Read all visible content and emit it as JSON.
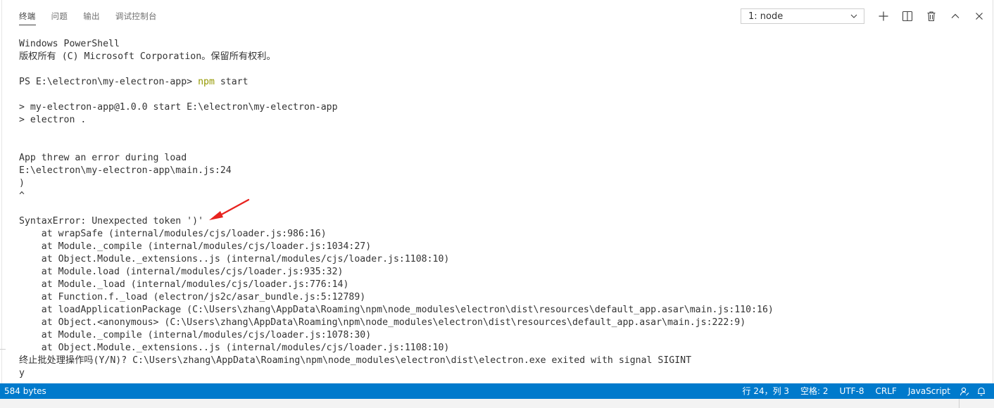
{
  "panel": {
    "tabs": [
      {
        "label": "终端",
        "active": true
      },
      {
        "label": "问题",
        "active": false
      },
      {
        "label": "输出",
        "active": false
      },
      {
        "label": "调试控制台",
        "active": false
      }
    ],
    "terminal_select": {
      "value": "1: node",
      "icon": "chevron-down-icon"
    },
    "actions": [
      {
        "name": "new-terminal-button",
        "icon": "plus-icon"
      },
      {
        "name": "split-terminal-button",
        "icon": "split-icon"
      },
      {
        "name": "kill-terminal-button",
        "icon": "trash-icon"
      },
      {
        "name": "maximize-panel-button",
        "icon": "chevron-up-icon"
      },
      {
        "name": "close-panel-button",
        "icon": "close-icon"
      }
    ]
  },
  "terminal": {
    "lines": [
      {
        "text": "Windows PowerShell"
      },
      {
        "text": "版权所有 (C) Microsoft Corporation。保留所有权利。"
      },
      {
        "text": ""
      },
      {
        "text": "PS E:\\electron\\my-electron-app> ",
        "cmd": "npm",
        "rest": " start"
      },
      {
        "text": ""
      },
      {
        "text": "> my-electron-app@1.0.0 start E:\\electron\\my-electron-app"
      },
      {
        "text": "> electron ."
      },
      {
        "text": ""
      },
      {
        "text": ""
      },
      {
        "text": "App threw an error during load"
      },
      {
        "text": "E:\\electron\\my-electron-app\\main.js:24"
      },
      {
        "text": ")"
      },
      {
        "text": "^"
      },
      {
        "text": ""
      },
      {
        "text": "SyntaxError: Unexpected token ')'"
      },
      {
        "text": "    at wrapSafe (internal/modules/cjs/loader.js:986:16)"
      },
      {
        "text": "    at Module._compile (internal/modules/cjs/loader.js:1034:27)"
      },
      {
        "text": "    at Object.Module._extensions..js (internal/modules/cjs/loader.js:1108:10)"
      },
      {
        "text": "    at Module.load (internal/modules/cjs/loader.js:935:32)"
      },
      {
        "text": "    at Module._load (internal/modules/cjs/loader.js:776:14)"
      },
      {
        "text": "    at Function.f._load (electron/js2c/asar_bundle.js:5:12789)"
      },
      {
        "text": "    at loadApplicationPackage (C:\\Users\\zhang\\AppData\\Roaming\\npm\\node_modules\\electron\\dist\\resources\\default_app.asar\\main.js:110:16)"
      },
      {
        "text": "    at Object.<anonymous> (C:\\Users\\zhang\\AppData\\Roaming\\npm\\node_modules\\electron\\dist\\resources\\default_app.asar\\main.js:222:9)"
      },
      {
        "text": "    at Module._compile (internal/modules/cjs/loader.js:1078:30)"
      },
      {
        "text": "    at Object.Module._extensions..js (internal/modules/cjs/loader.js:1108:10)"
      },
      {
        "text": "终止批处理操作吗(Y/N)? C:\\Users\\zhang\\AppData\\Roaming\\npm\\node_modules\\electron\\dist\\electron.exe exited with signal SIGINT"
      },
      {
        "text": "y"
      }
    ],
    "command_color": "#949800",
    "annotation": {
      "icon": "red-arrow-icon",
      "color": "#e8231f"
    }
  },
  "statusbar": {
    "left": "584 bytes",
    "position": "行 24，列 3",
    "indent": "空格: 2",
    "encoding": "UTF-8",
    "eol": "CRLF",
    "language": "JavaScript",
    "icons": [
      "feedback-icon",
      "bell-icon"
    ],
    "background": "#007acc"
  }
}
